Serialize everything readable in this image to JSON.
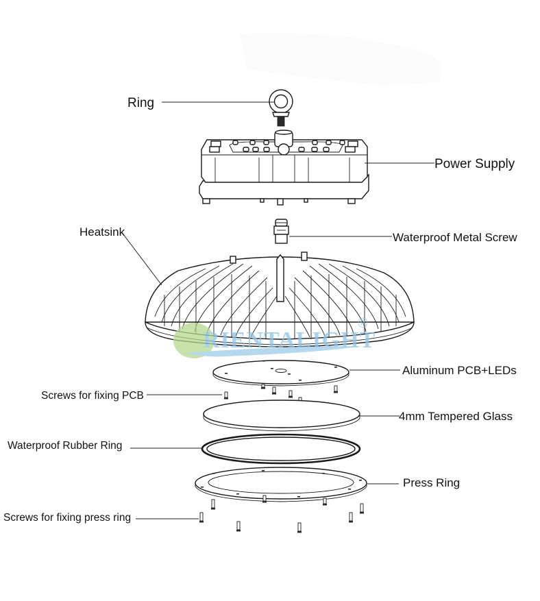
{
  "diagram": {
    "title": "UFO LED High Bay Light Exploded View",
    "labels": {
      "ring": "Ring",
      "power_supply": "Power Supply",
      "waterproof_metal_screw": "Waterproof Metal Screw",
      "heatsink": "Heatsink",
      "aluminum_pcb": "Aluminum PCB+LEDs",
      "screws_pcb": "Screws for fixing PCB",
      "tempered_glass": "4mm Tempered Glass",
      "rubber_ring": "Waterproof Rubber Ring",
      "press_ring": "Press Ring",
      "screws_press_ring": "Screws for fixing press ring"
    },
    "watermark": {
      "text": "RIENTALIGHT",
      "registered": "®",
      "color_text": "#8cc4e8",
      "color_leaf": "#b7d98f",
      "color_wave": "#9ccbe9"
    },
    "colors": {
      "line": "#1a1a1a",
      "background": "#ffffff"
    }
  }
}
